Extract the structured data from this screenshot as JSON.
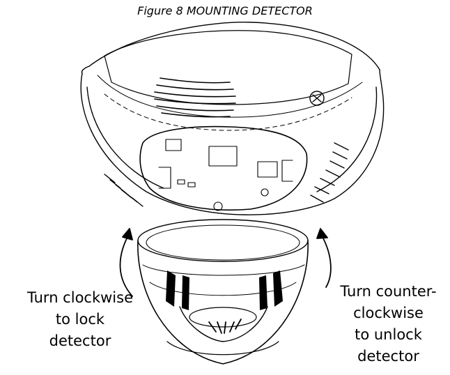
{
  "figure": {
    "caption": "Figure 8 MOUNTING DETECTOR"
  },
  "labels": {
    "lock": [
      "Turn clockwise",
      "to lock",
      "detector"
    ],
    "unlock": [
      "Turn counter-",
      "clockwise",
      "to unlock",
      "detector"
    ]
  }
}
